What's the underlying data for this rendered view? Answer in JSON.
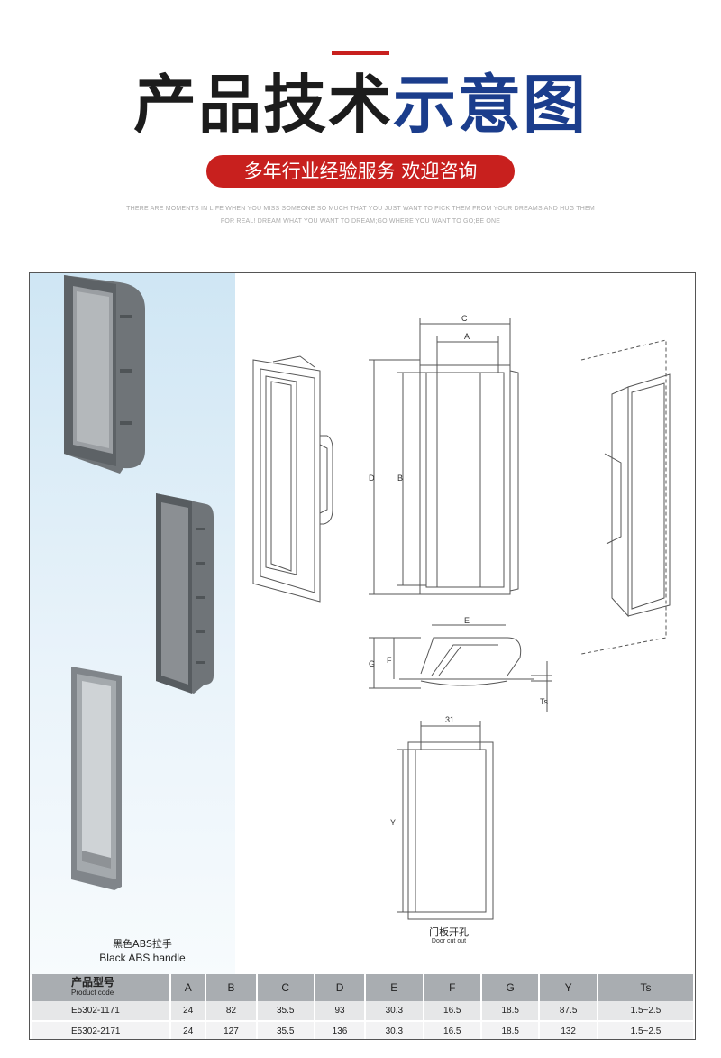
{
  "header": {
    "title_dark": "产品技术",
    "title_blue": "示意图",
    "pill": "多年行业经验服务 欢迎咨询",
    "tagline_1": "THERE ARE MOMENTS IN LIFE WHEN YOU MISS SOMEONE SO MUCH THAT YOU JUST WANT TO PICK THEM FROM YOUR DREAMS AND HUG THEM",
    "tagline_2": "FOR REAL! DREAM WHAT YOU WANT TO DREAM;GO WHERE YOU WANT TO GO;BE ONE"
  },
  "colors": {
    "accent": "#c8201e",
    "title_blue": "#1b3d8c",
    "table_header": "#a9adb1"
  },
  "product": {
    "caption_cn": "黑色ABS拉手",
    "caption_en": "Black ABS handle"
  },
  "drawing": {
    "dims": {
      "A": "A",
      "B": "B",
      "C": "C",
      "D": "D",
      "E": "E",
      "F": "F",
      "G": "G",
      "Ts": "Ts",
      "Y": "Y",
      "w31": "31"
    },
    "cutout_cn": "门板开孔",
    "cutout_en": "Door cut out"
  },
  "table": {
    "code_header_cn": "产品型号",
    "code_header_en": "Product code",
    "columns": [
      "A",
      "B",
      "C",
      "D",
      "E",
      "F",
      "G",
      "Y",
      "Ts"
    ],
    "rows": [
      {
        "code": "E5302-1171",
        "values": [
          "24",
          "82",
          "35.5",
          "93",
          "30.3",
          "16.5",
          "18.5",
          "87.5",
          "1.5~2.5"
        ]
      },
      {
        "code": "E5302-2171",
        "values": [
          "24",
          "127",
          "35.5",
          "136",
          "30.3",
          "16.5",
          "18.5",
          "132",
          "1.5~2.5"
        ]
      }
    ]
  }
}
